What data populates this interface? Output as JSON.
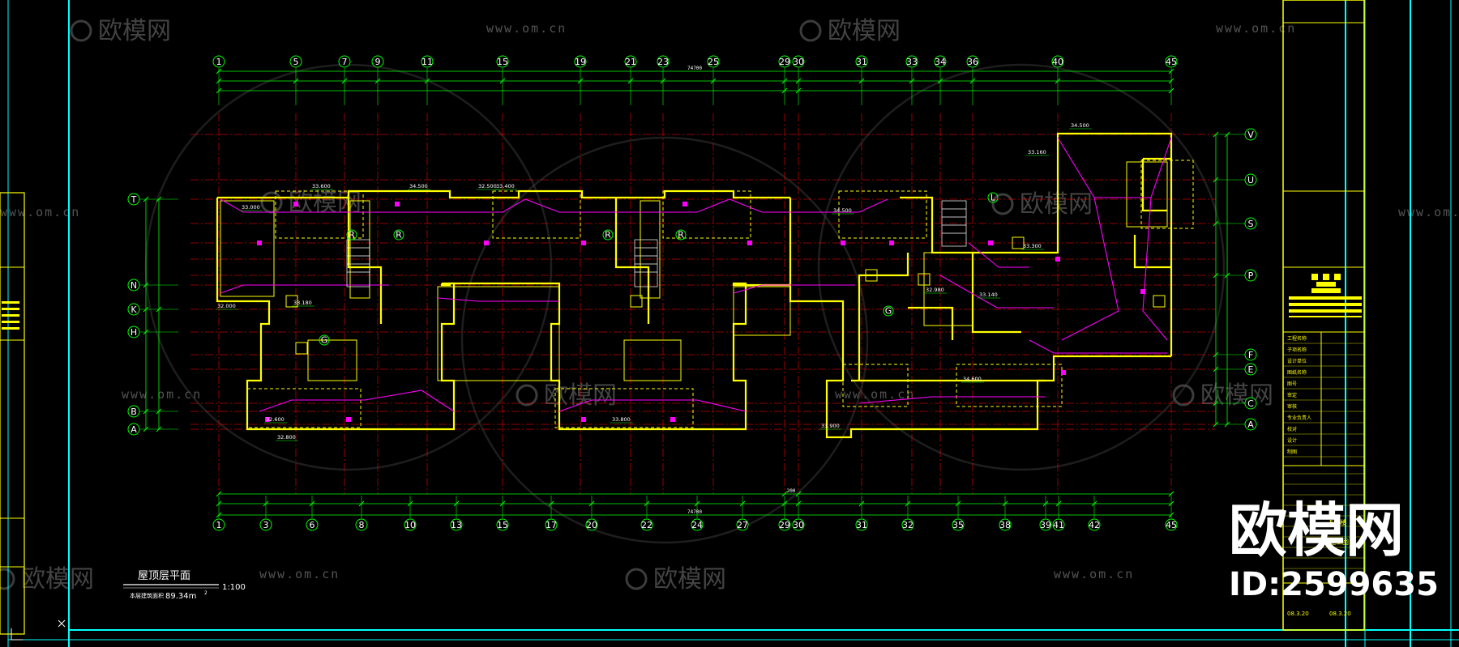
{
  "watermark": {
    "brand_cn": "欧模网",
    "url": "www.om.cn",
    "big_brand": "欧模网",
    "id_label": "ID:2599635"
  },
  "drawing": {
    "title": "屋顶层平面",
    "scale": "1:100",
    "area_label": "本层建筑面积",
    "area_value": "89.34m",
    "area_sup": "2",
    "total_dim_top": "74700",
    "total_dim_bottom": "74700",
    "center_gap": "200"
  },
  "grid_top": [
    "1",
    "5",
    "7",
    "9",
    "11",
    "15",
    "19",
    "21",
    "23",
    "25",
    "29",
    "30",
    "31",
    "33",
    "34",
    "36",
    "40",
    "45"
  ],
  "grid_bottom": [
    "1",
    "3",
    "6",
    "8",
    "10",
    "13",
    "15",
    "17",
    "20",
    "22",
    "24",
    "27",
    "29",
    "30",
    "31",
    "32",
    "35",
    "38",
    "39",
    "41",
    "42",
    "45"
  ],
  "grid_left": [
    "T",
    "N",
    "K",
    "H",
    "B",
    "A"
  ],
  "grid_right": [
    "V",
    "U",
    "S",
    "P",
    "F",
    "E",
    "C",
    "A"
  ],
  "section_rows": [
    "R",
    "R",
    "R",
    "R",
    "G",
    "G",
    "L"
  ],
  "elevations": [
    "33.000",
    "33.600",
    "34.500",
    "33.400",
    "32.000",
    "33.180",
    "32.600",
    "32.800",
    "33.800",
    "32.500",
    "34.500",
    "33.900",
    "33.300",
    "34.600",
    "32.980",
    "33.140",
    "34.500",
    "33.160"
  ],
  "title_block": {
    "project_lines": [
      "工程名称",
      "子项名称",
      "设计单位",
      "图纸名称",
      "图号",
      "审定",
      "审核",
      "专业负责人",
      "校对",
      "设计",
      "制图"
    ],
    "date": "08.3.20",
    "sheet": "5号楼",
    "stage": "施工图"
  },
  "colors": {
    "background": "#000000",
    "frame": "#00ffff",
    "grid_line": "#ff0000",
    "dimension": "#00ff00",
    "wall": "#ffff00",
    "ridge": "#ff00ff",
    "text": "#ffffff"
  }
}
